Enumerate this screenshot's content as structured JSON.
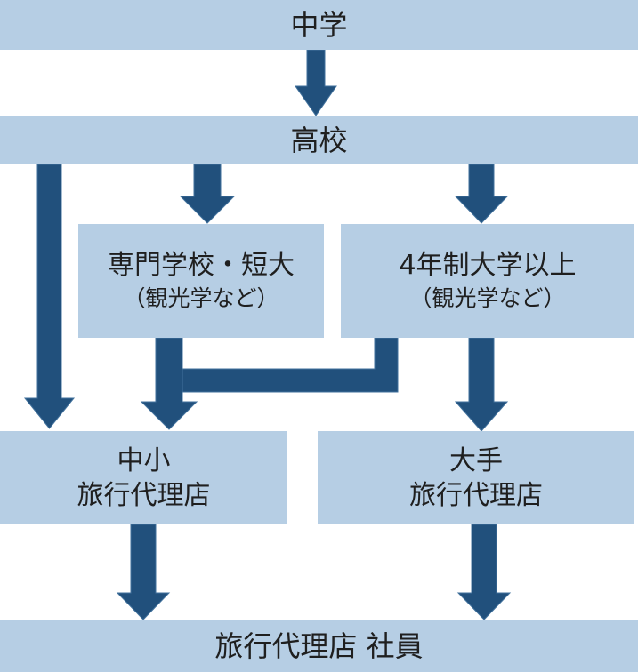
{
  "diagram": {
    "title_hint": "education-to-travel-agency-career-flowchart",
    "colors": {
      "band_fill": "#b6cee4",
      "arrow_fill": "#21507c",
      "arrow_outline": "#41719c",
      "text": "#1f1f1f",
      "background": "#ffffff"
    },
    "nodes": {
      "junior_high": {
        "label": "中学"
      },
      "high_school": {
        "label": "高校"
      },
      "vocational": {
        "label": "専門学校・短大",
        "sublabel": "（観光学など）"
      },
      "university": {
        "label": "4年制大学以上",
        "sublabel": "（観光学など）"
      },
      "small_agency": {
        "label": "中小",
        "label2": "旅行代理店"
      },
      "major_agency": {
        "label": "大手",
        "label2": "旅行代理店"
      },
      "employee": {
        "label": "旅行代理店 社員"
      }
    },
    "edges": [
      {
        "from": "junior_high",
        "to": "high_school"
      },
      {
        "from": "high_school",
        "to": "small_agency"
      },
      {
        "from": "high_school",
        "to": "vocational"
      },
      {
        "from": "high_school",
        "to": "university"
      },
      {
        "from": "vocational",
        "to": "small_agency"
      },
      {
        "from": "university",
        "to": "small_agency"
      },
      {
        "from": "university",
        "to": "major_agency"
      },
      {
        "from": "small_agency",
        "to": "employee"
      },
      {
        "from": "major_agency",
        "to": "employee"
      }
    ]
  }
}
